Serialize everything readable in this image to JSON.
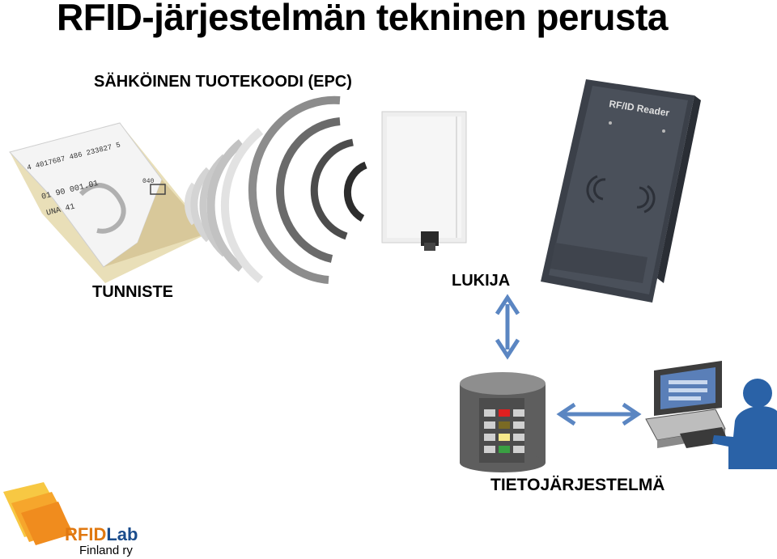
{
  "title": "RFID-järjestelmän tekninen perusta",
  "subtitle": "SÄHKÖINEN TUOTEKOODI (EPC)",
  "labels": {
    "tag": "TUNNISTE",
    "reader": "LUKIJA",
    "system": "TIETOJÄRJESTELMÄ"
  },
  "reader_device_text": "RF/ID Reader",
  "tag_lines": [
    "4 4017687 486 233827 5",
    "01 90 001.01",
    "UNA 41",
    "040"
  ],
  "logo": {
    "brand_rfid": "RFID",
    "brand_lab": "Lab",
    "brand_sub": "Finland ry"
  },
  "colors": {
    "arrow": "#5b86c2",
    "logo_orange": "#f08c1e",
    "logo_yellow": "#f7c843",
    "reader_body": "#3b4049",
    "person": "#2a62a7"
  }
}
